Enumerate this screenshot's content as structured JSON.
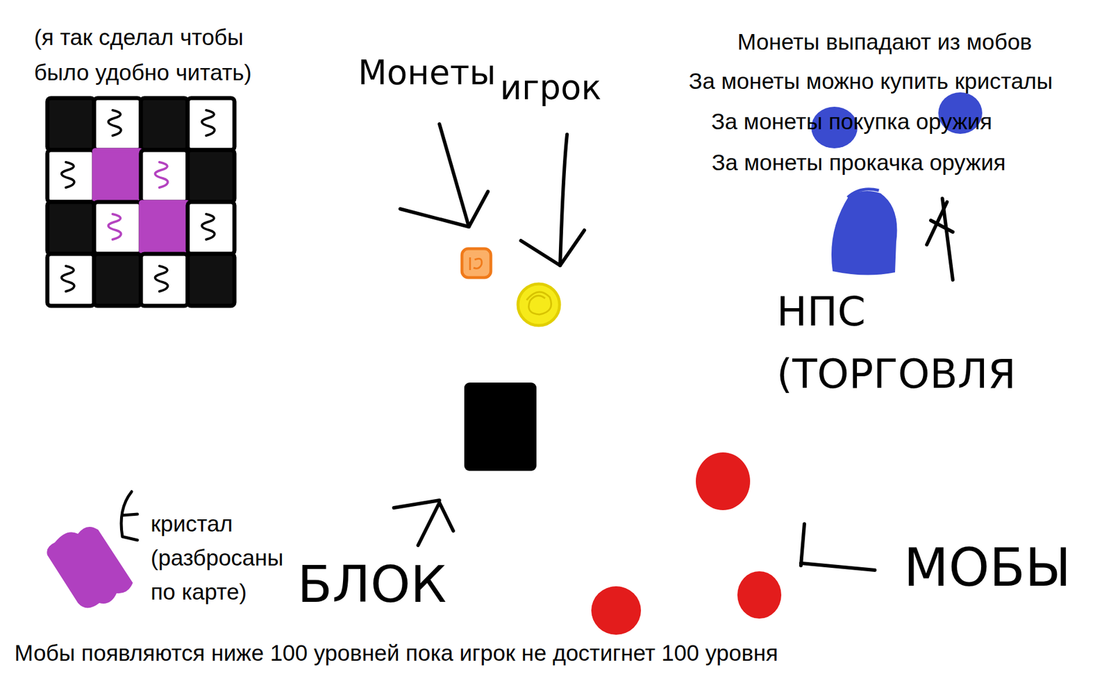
{
  "diagram": {
    "labels": [
      "(я так сделал чтобы было удобно читать)",
      "Монеты",
      "игрок",
      "Монеты выпадают из мобов",
      "За монеты можно купить кристалы",
      "За монеты покупка оружия",
      "За монеты прокачка оружия",
      "НПС (ТОРГОВЛЯ",
      "кристал (разбросаны по карте)",
      "БЛОК",
      "МОБЫ",
      "Мобы появляются ниже 100 уровней пока игрок не достигнет 100 уровня"
    ]
  }
}
